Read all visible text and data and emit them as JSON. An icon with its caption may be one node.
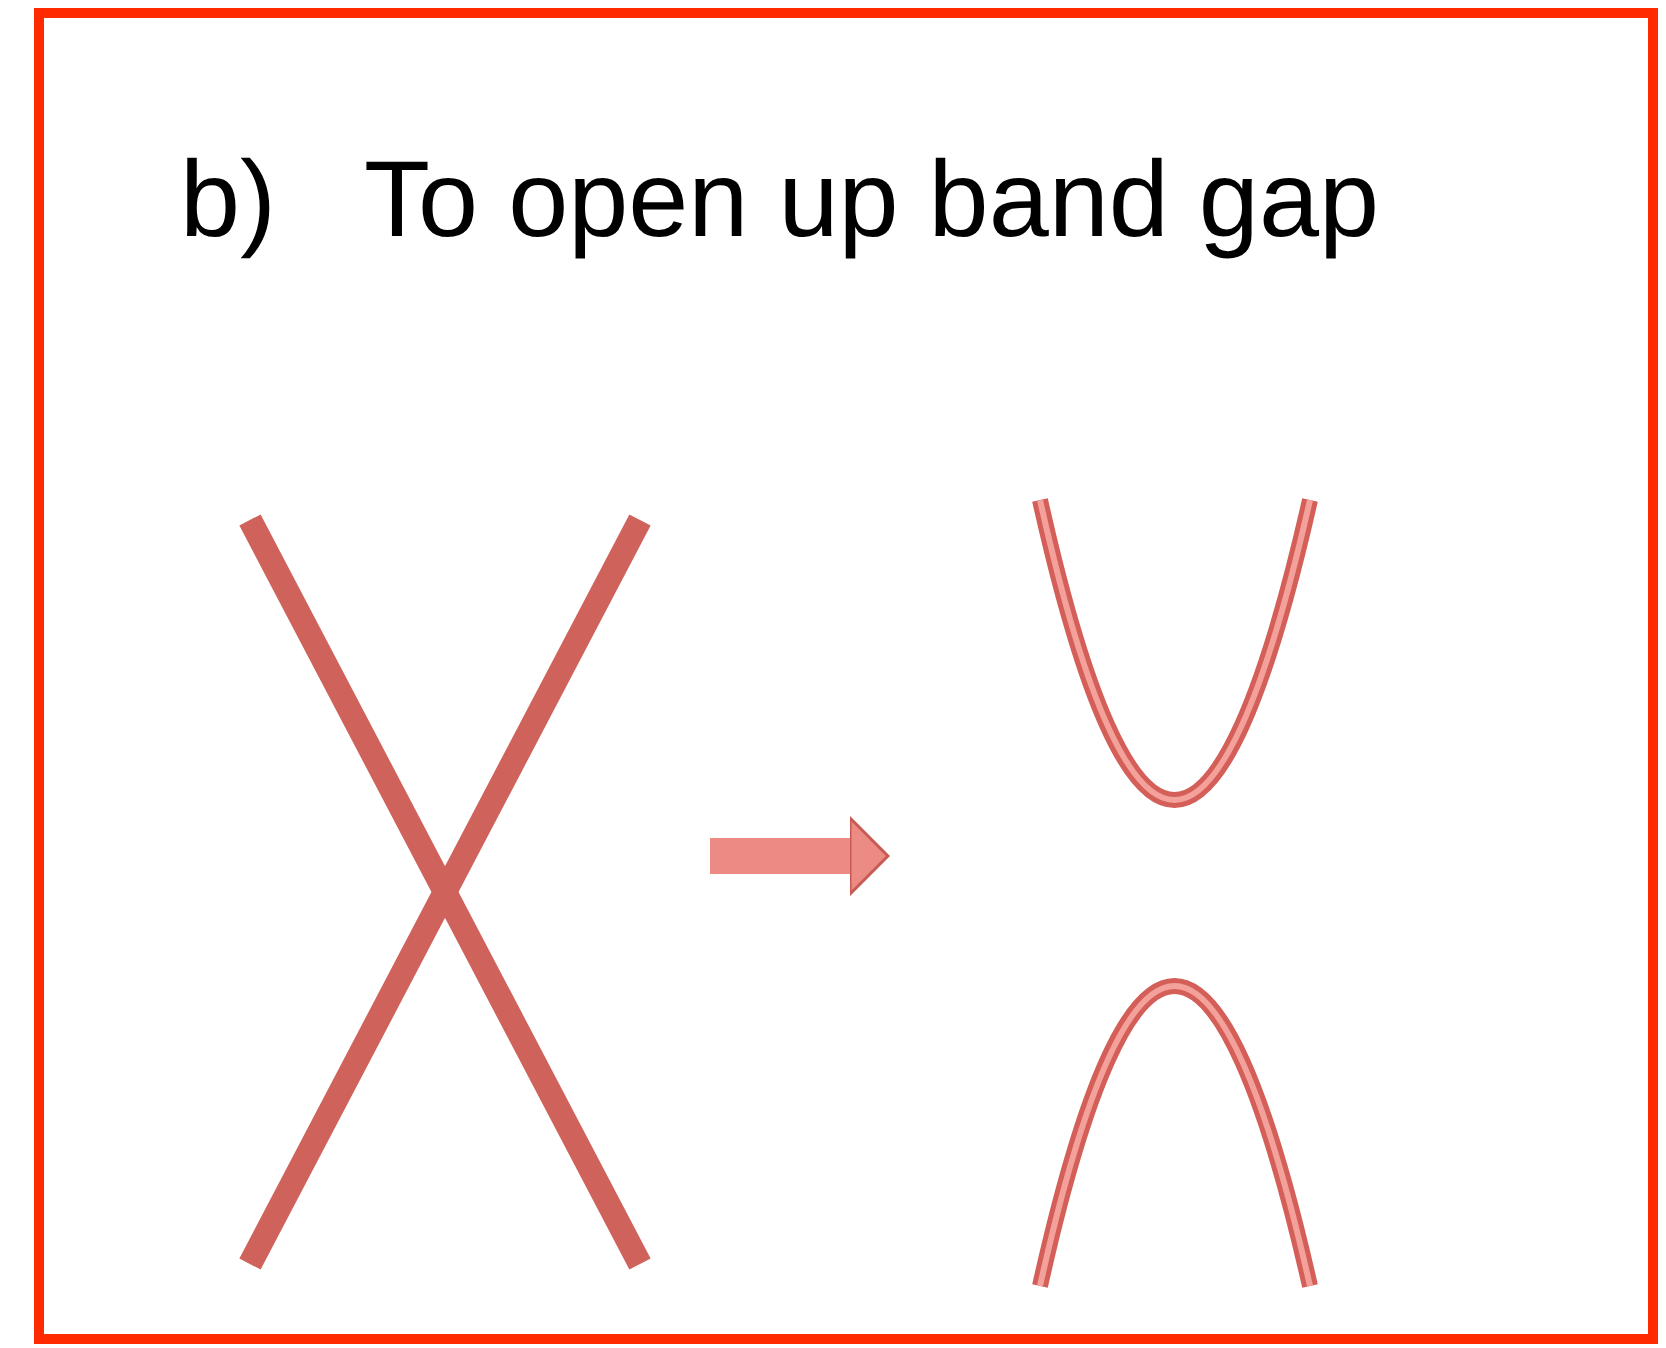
{
  "diagram": {
    "title": "b)   To open up band gap",
    "nodes": [
      {
        "text": [],
        "shape": "picture"
      },
      {
        "text": [],
        "shape": "picture"
      }
    ],
    "edges": [
      {
        "from": 0,
        "to": 1,
        "arrow": "to"
      }
    ]
  }
}
